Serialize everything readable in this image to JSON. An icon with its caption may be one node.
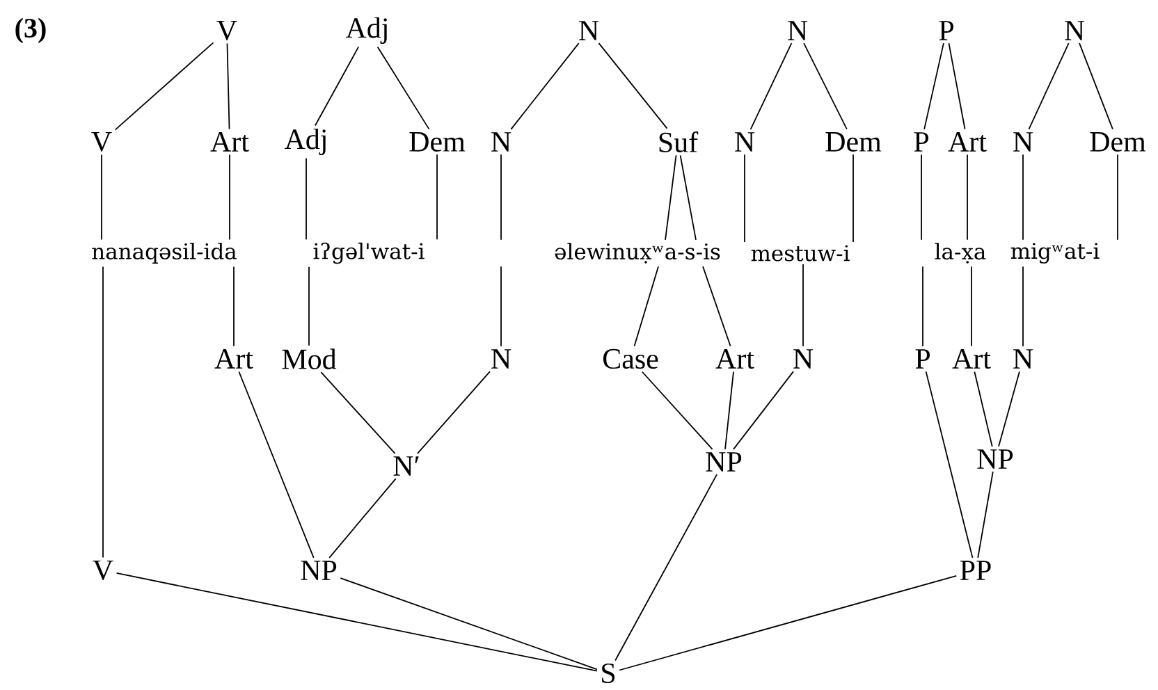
{
  "diagram": {
    "nodes": [
      {
        "text": [
          "V"
        ]
      },
      {
        "text": [
          "Adj"
        ]
      },
      {
        "text": [
          "N"
        ]
      },
      {
        "text": [
          "N"
        ]
      },
      {
        "text": [
          "P"
        ]
      },
      {
        "text": [
          "N"
        ]
      },
      {
        "text": [
          "V"
        ]
      },
      {
        "text": [
          "Art"
        ]
      },
      {
        "text": [
          "Adj"
        ]
      },
      {
        "text": [
          "Dem"
        ]
      },
      {
        "text": [
          "N"
        ]
      },
      {
        "text": [
          "Suf"
        ]
      },
      {
        "text": [
          "N"
        ]
      },
      {
        "text": [
          "Dem"
        ]
      },
      {
        "text": [
          "P"
        ]
      },
      {
        "text": [
          "Art"
        ]
      },
      {
        "text": [
          "N"
        ]
      },
      {
        "text": [
          "Dem"
        ]
      },
      {
        "text": [
          "nanaqəsil-ida"
        ]
      },
      {
        "text": [
          "iʔgəl'wat-i"
        ]
      },
      {
        "text": [
          "əlewinux̣ʷa-s-is"
        ]
      },
      {
        "text": [
          "mestuw-i"
        ]
      },
      {
        "text": [
          "la-x̣a"
        ]
      },
      {
        "text": [
          "migʷat-i"
        ]
      },
      {
        "text": [
          "Art"
        ]
      },
      {
        "text": [
          "Mod"
        ]
      },
      {
        "text": [
          "N"
        ]
      },
      {
        "text": [
          "Case"
        ]
      },
      {
        "text": [
          "Art"
        ]
      },
      {
        "text": [
          "N"
        ]
      },
      {
        "text": [
          "P"
        ]
      },
      {
        "text": [
          "Art"
        ]
      },
      {
        "text": [
          "N"
        ]
      },
      {
        "text": [
          "N′"
        ]
      },
      {
        "text": [
          "NP"
        ]
      },
      {
        "text": [
          "NP"
        ]
      },
      {
        "text": [
          "V"
        ]
      },
      {
        "text": [
          "NP"
        ]
      },
      {
        "text": [
          "PP"
        ]
      },
      {
        "text": [
          "S"
        ]
      }
    ],
    "edges": [
      {
        "from": 0,
        "to": 6,
        "arrow": "none"
      },
      {
        "from": 0,
        "to": 7,
        "arrow": "none"
      },
      {
        "from": 1,
        "to": 8,
        "arrow": "none"
      },
      {
        "from": 1,
        "to": 9,
        "arrow": "none"
      },
      {
        "from": 2,
        "to": 10,
        "arrow": "none"
      },
      {
        "from": 2,
        "to": 11,
        "arrow": "none"
      },
      {
        "from": 3,
        "to": 12,
        "arrow": "none"
      },
      {
        "from": 3,
        "to": 13,
        "arrow": "none"
      },
      {
        "from": 4,
        "to": 14,
        "arrow": "none"
      },
      {
        "from": 4,
        "to": 15,
        "arrow": "none"
      },
      {
        "from": 5,
        "to": 16,
        "arrow": "none"
      },
      {
        "from": 5,
        "to": 17,
        "arrow": "none"
      },
      {
        "from": 6,
        "to": 18,
        "arrow": "none"
      },
      {
        "from": 7,
        "to": 18,
        "arrow": "none"
      },
      {
        "from": 8,
        "to": 19,
        "arrow": "none"
      },
      {
        "from": 9,
        "to": 19,
        "arrow": "none"
      },
      {
        "from": 10,
        "to": 20,
        "arrow": "none"
      },
      {
        "from": 11,
        "to": 20,
        "arrow": "none"
      },
      {
        "from": 11,
        "to": 20,
        "arrow": "none"
      },
      {
        "from": 12,
        "to": 21,
        "arrow": "none"
      },
      {
        "from": 13,
        "to": 21,
        "arrow": "none"
      },
      {
        "from": 14,
        "to": 22,
        "arrow": "none"
      },
      {
        "from": 15,
        "to": 22,
        "arrow": "none"
      },
      {
        "from": 16,
        "to": 23,
        "arrow": "none"
      },
      {
        "from": 17,
        "to": 23,
        "arrow": "none"
      },
      {
        "from": 18,
        "to": 36,
        "arrow": "none"
      },
      {
        "from": 18,
        "to": 24,
        "arrow": "none"
      },
      {
        "from": 19,
        "to": 25,
        "arrow": "none"
      },
      {
        "from": 20,
        "to": 26,
        "arrow": "none"
      },
      {
        "from": 20,
        "to": 27,
        "arrow": "none"
      },
      {
        "from": 20,
        "to": 28,
        "arrow": "none"
      },
      {
        "from": 21,
        "to": 29,
        "arrow": "none"
      },
      {
        "from": 22,
        "to": 30,
        "arrow": "none"
      },
      {
        "from": 22,
        "to": 31,
        "arrow": "none"
      },
      {
        "from": 23,
        "to": 32,
        "arrow": "none"
      },
      {
        "from": 25,
        "to": 33,
        "arrow": "none"
      },
      {
        "from": 26,
        "to": 33,
        "arrow": "none"
      },
      {
        "from": 24,
        "to": 37,
        "arrow": "none"
      },
      {
        "from": 33,
        "to": 37,
        "arrow": "none"
      },
      {
        "from": 27,
        "to": 34,
        "arrow": "none"
      },
      {
        "from": 28,
        "to": 34,
        "arrow": "none"
      },
      {
        "from": 29,
        "to": 34,
        "arrow": "none"
      },
      {
        "from": 30,
        "to": 38,
        "arrow": "none"
      },
      {
        "from": 31,
        "to": 35,
        "arrow": "none"
      },
      {
        "from": 32,
        "to": 35,
        "arrow": "none"
      },
      {
        "from": 35,
        "to": 38,
        "arrow": "none"
      },
      {
        "from": 36,
        "to": 39,
        "arrow": "none"
      },
      {
        "from": 37,
        "to": 39,
        "arrow": "none"
      },
      {
        "from": 34,
        "to": 39,
        "arrow": "none"
      },
      {
        "from": 38,
        "to": 39,
        "arrow": "none"
      }
    ],
    "labels": [
      "(3)"
    ]
  }
}
